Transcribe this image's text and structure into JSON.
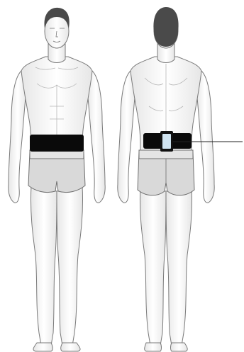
{
  "figure": {
    "panels": [
      {
        "id": "front",
        "view": "front"
      },
      {
        "id": "back",
        "view": "back"
      }
    ],
    "belt": {
      "color": "#0a0a0a"
    },
    "device": {
      "color": "#cfe3f0",
      "frame": "#111111"
    },
    "shorts": {
      "color": "#d9d9d9",
      "stroke": "#6f6f6f"
    },
    "skin": {
      "fill": "#ffffff",
      "stroke": "#7a7a7a",
      "shade": "#c9c9c9"
    },
    "hair": {
      "color": "#4a4a4a"
    },
    "callout": {
      "color": "#222222",
      "target": "device"
    }
  }
}
